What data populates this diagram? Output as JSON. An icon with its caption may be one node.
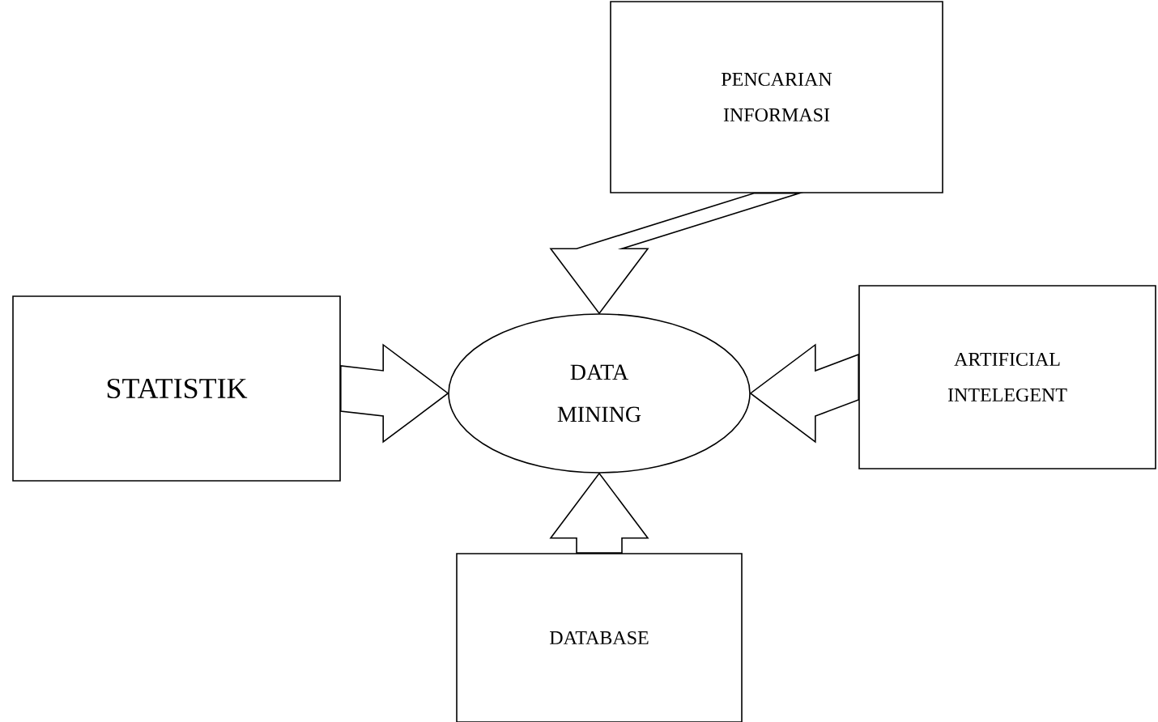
{
  "diagram": {
    "nodes": [
      {
        "text": [
          "PENCARIAN INFORMASI"
        ]
      },
      {
        "text": [
          "STATISTIK"
        ]
      },
      {
        "text": [
          "DATA MINING"
        ]
      },
      {
        "text": [
          "ARTIFICIAL INTELEGENT"
        ]
      },
      {
        "text": [
          "DATABASE"
        ]
      }
    ],
    "edges": [
      {
        "from": 0,
        "to": 2,
        "arrow": "to"
      },
      {
        "from": 1,
        "to": 2,
        "arrow": "to"
      },
      {
        "from": 3,
        "to": 2,
        "arrow": "to"
      },
      {
        "from": 4,
        "to": 2,
        "arrow": "to"
      }
    ]
  }
}
